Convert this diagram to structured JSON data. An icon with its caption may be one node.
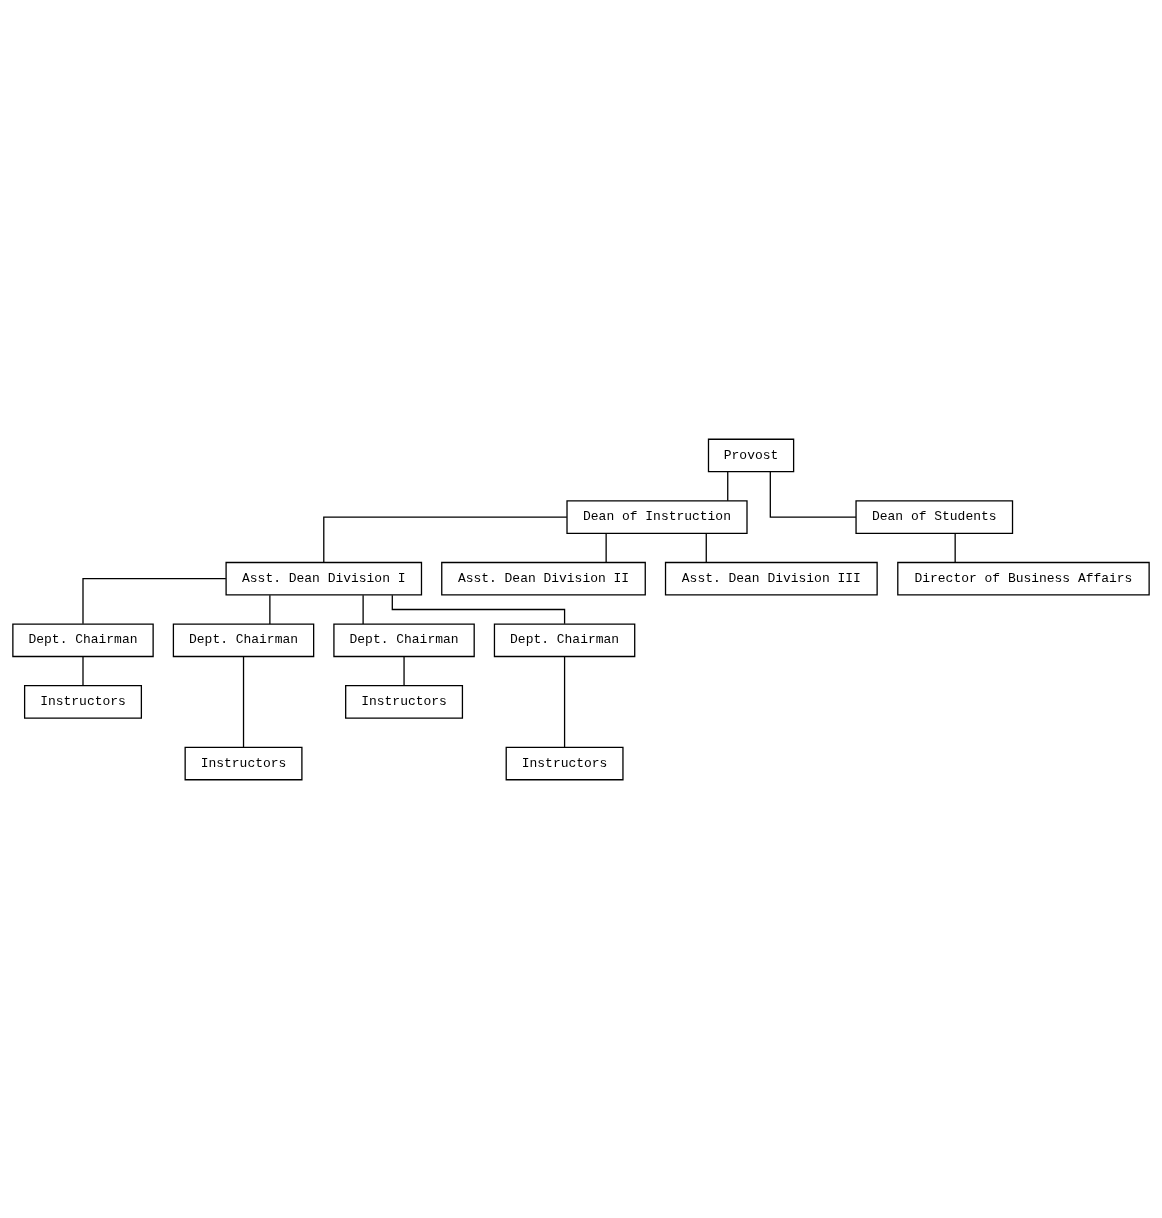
{
  "diagram": {
    "nodes": [
      {
        "text": [
          "Provost"
        ]
      },
      {
        "text": [
          "Dean of Instruction"
        ]
      },
      {
        "text": [
          "Dean of Students"
        ]
      },
      {
        "text": [
          "Asst. Dean Division I"
        ]
      },
      {
        "text": [
          "Asst. Dean Division II"
        ]
      },
      {
        "text": [
          "Asst. Dean Division III"
        ]
      },
      {
        "text": [
          "Director of Business Affairs"
        ]
      },
      {
        "text": [
          "Dept. Chairman"
        ]
      },
      {
        "text": [
          "Dept. Chairman"
        ]
      },
      {
        "text": [
          "Dept. Chairman"
        ]
      },
      {
        "text": [
          "Dept. Chairman"
        ]
      },
      {
        "text": [
          "Instructors"
        ]
      },
      {
        "text": [
          "Instructors"
        ]
      },
      {
        "text": [
          "Instructors"
        ]
      },
      {
        "text": [
          "Instructors"
        ]
      }
    ],
    "edges": [
      {
        "from": 0,
        "to": 1,
        "arrow": "none"
      },
      {
        "from": 0,
        "to": 2,
        "arrow": "none"
      },
      {
        "from": 1,
        "to": 3,
        "arrow": "none"
      },
      {
        "from": 1,
        "to": 4,
        "arrow": "none"
      },
      {
        "from": 1,
        "to": 5,
        "arrow": "none"
      },
      {
        "from": 2,
        "to": 6,
        "arrow": "none"
      },
      {
        "from": 3,
        "to": 7,
        "arrow": "none"
      },
      {
        "from": 3,
        "to": 8,
        "arrow": "none"
      },
      {
        "from": 3,
        "to": 9,
        "arrow": "none"
      },
      {
        "from": 3,
        "to": 10,
        "arrow": "none"
      },
      {
        "from": 7,
        "to": 11,
        "arrow": "none"
      },
      {
        "from": 8,
        "to": 12,
        "arrow": "none"
      },
      {
        "from": 9,
        "to": 13,
        "arrow": "none"
      },
      {
        "from": 10,
        "to": 14,
        "arrow": "none"
      }
    ]
  }
}
